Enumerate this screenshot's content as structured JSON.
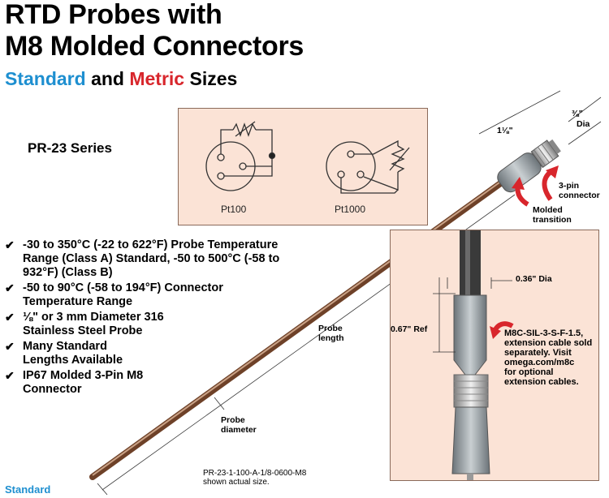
{
  "header": {
    "title_line1": "RTD Probes with",
    "title_line2": "M8 Molded Connectors",
    "subtitle_standard": "Standard",
    "subtitle_and": " and ",
    "subtitle_metric": "Metric",
    "subtitle_sizes": " Sizes"
  },
  "series_label": "PR-23 Series",
  "diagram": {
    "label_pt100": "Pt100",
    "label_pt1000": "Pt1000"
  },
  "bullets": [
    {
      "text": "-30 to 350°C (-22 to 622°F) Probe Temperature Range (Class A) Standard, -50 to 500°C (-58 to 932°F) (Class B)"
    },
    {
      "text": "-50 to 90°C (-58 to 194°F) Connector Temperature Range"
    },
    {
      "text": "⅛\" or 3 mm Diameter 316 Stainless Steel Probe"
    },
    {
      "text": "Many Standard Lengths Available"
    },
    {
      "text": "IP67 Molded 3-Pin M8 Connector"
    }
  ],
  "callouts": {
    "length_1_1_8": "1⅛\"",
    "dia_3_8": "⅜\"",
    "dia_word": "Dia",
    "three_pin": "3-pin",
    "connector": "connector",
    "molded": "Molded",
    "transition": "transition",
    "probe": "Probe",
    "length": "length",
    "probe2": "Probe",
    "diameter": "diameter",
    "dia_036": "0.36\" Dia",
    "ref_067": "0.67\" Ref"
  },
  "extension_note": {
    "line1": "M8C-SIL-3-S-F-1.5,",
    "line2": "extension cable sold",
    "line3": "separately. Visit",
    "line4": "omega.com/m8c",
    "line5": "for optional",
    "line6": "extension cables."
  },
  "part_number": {
    "line1": "PR-23-1-100-A-1/8-0600-M8",
    "line2": "shown actual size."
  },
  "footer": {
    "standard": "Standard"
  },
  "colors": {
    "blue": "#1e8fd0",
    "red": "#d8262c",
    "diagram_bg": "#fbe3d6"
  }
}
